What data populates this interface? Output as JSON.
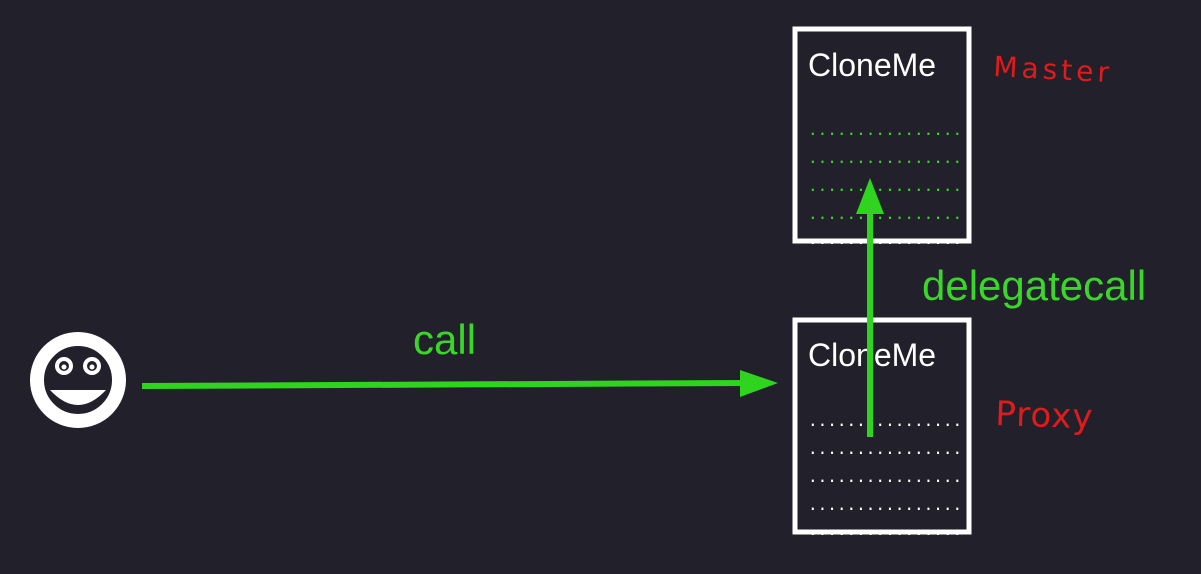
{
  "colors": {
    "background": "#22212b",
    "box_border": "#ffffff",
    "arrow": "#2fd41f",
    "label": "#3ad62a",
    "annotation": "#e01b1b",
    "master_dots": "#3ad62a",
    "proxy_dots": "#ffffff"
  },
  "user": {
    "icon": "smiley-face-icon"
  },
  "call_arrow": {
    "label": "call"
  },
  "delegatecall_arrow": {
    "label": "delegatecall"
  },
  "master_box": {
    "title": "CloneMe",
    "storage_rows": [
      "................",
      "................",
      "................",
      "................",
      "................"
    ],
    "annotation": "Master"
  },
  "proxy_box": {
    "title": "CloneMe",
    "storage_rows": [
      "................",
      "................",
      "................",
      "................",
      "................"
    ],
    "annotation": "Proxy"
  }
}
